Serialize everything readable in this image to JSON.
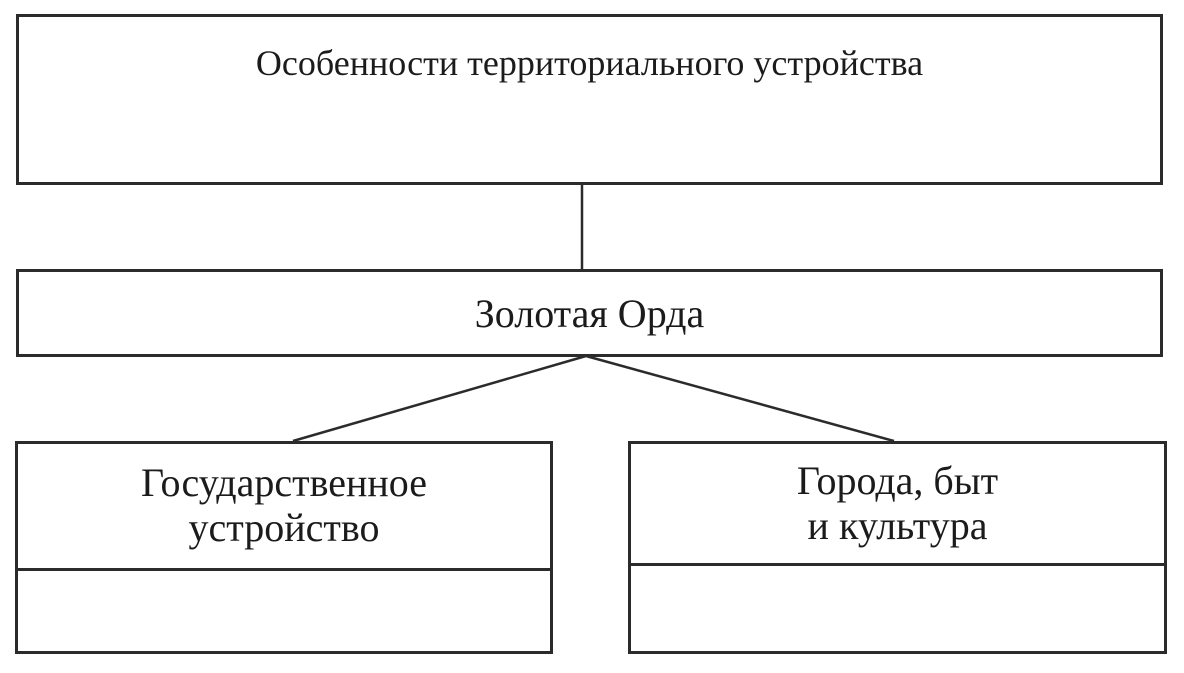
{
  "meta": {
    "background_color": "#ffffff",
    "border_color": "#2b2b2b",
    "text_color": "#1b1b1b"
  },
  "diagram": {
    "title_box": {
      "label": "Особенности территориального устройства"
    },
    "root_box": {
      "label": "Золотая Орда"
    },
    "branch_boxes": [
      {
        "lines": [
          "Государственное",
          "устройство"
        ]
      },
      {
        "lines": [
          "Города, быт",
          "и культура"
        ]
      }
    ]
  }
}
